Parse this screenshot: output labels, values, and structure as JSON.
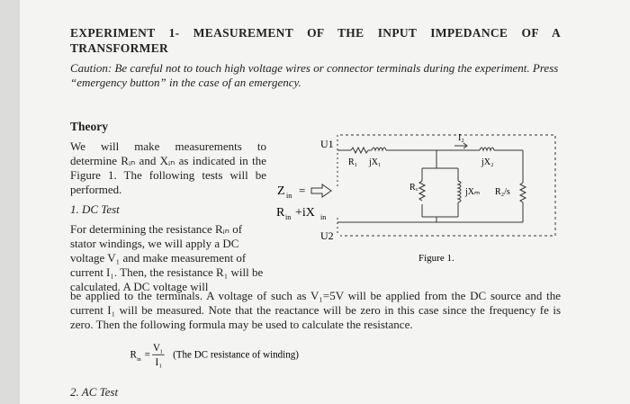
{
  "title": "EXPERIMENT 1- MEASUREMENT OF THE INPUT IMPEDANCE OF A TRANSFORMER",
  "caution": "Caution: Be careful not to touch high voltage wires or connector terminals during the experiment. Press “emergency button” in the case of an emergency.",
  "theory_heading": "Theory",
  "theory_para": "We will make measurements to determine Rᵢₙ and Xᵢₙ as indicated in the Figure 1. The following tests will be performed.",
  "dc_heading": "1. DC Test",
  "dc_para_narrow": "For determining the resistance Rᵢₙ of stator windings, we will apply a DC voltage V₁ and make measurement of current I₁. Then, the resistance R₁ will be calculated. A DC voltage will",
  "dc_para_wide": "be applied to the terminals. A voltage of such as V₁=5V will be applied from the DC source and the current I₁ will be measured. Note that the reactance will be zero in this case since the frequency fe is zero. Then the following formula may be used to calculate the resistance.",
  "formula": {
    "lhs": "R",
    "lhs_sub": "in",
    "eq": "=",
    "num": "V",
    "num_sub": "1",
    "den": "I",
    "den_sub": "1",
    "note": "(The DC resistance of winding)"
  },
  "ac_heading": "2. AC Test",
  "figure": {
    "caption": "Figure 1.",
    "terminal_top": "U1",
    "terminal_bottom": "U2",
    "zin_lhs": "Z",
    "zin_lhs_sub": "in",
    "zin_eq": "=",
    "zin_r": "R",
    "zin_r_sub": "in",
    "zin_plus": "+iX",
    "zin_x_sub": "in",
    "r1": "R₁",
    "x1": "jX₁",
    "i2": "I₂",
    "x2": "jX₂",
    "rc": "R꜀",
    "xm": "jXₘ",
    "r2s": "R₂/s"
  }
}
